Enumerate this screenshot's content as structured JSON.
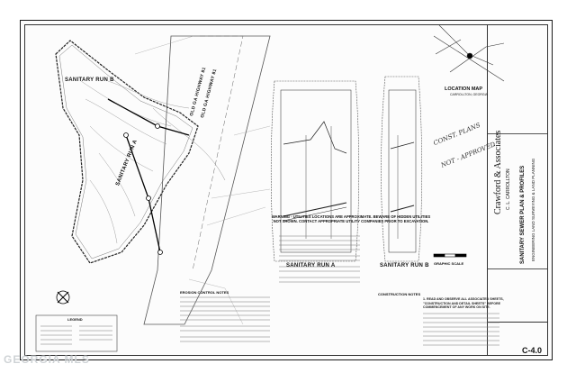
{
  "sheet": {
    "firm_name": "Crawford & Associates",
    "firm_subtitle": "C. L. CARROLLTON",
    "project_title": "SANITARY SEWER PLAN & PROFILES",
    "project_subtitle": "ENGINEERING LAND SURVEYING & LAND PLANNING",
    "sheet_number": "C-4.0"
  },
  "plan": {
    "road_label_1": "OLD GA HIGHWAY 81",
    "road_label_2": "OLD GA HIGHWAY 81",
    "run_b_label": "SANITARY RUN B",
    "run_a_label": "SANITARY RUN A"
  },
  "profiles": {
    "run_a_title": "SANITARY RUN A",
    "run_b_title": "SANITARY RUN B"
  },
  "location_map": {
    "title": "LOCATION MAP",
    "subtitle": "CARROLLTON, GEORGIA"
  },
  "handwritten_note": [
    "CONST. PLANS",
    "NOT - APPROVED"
  ],
  "warning_text": "WARNING - UTILITIES LOCATIONS ARE APPROXIMATE. BEWARE OF HIDDEN UTILITIES NOT SHOWN. CONTACT APPROPRIATE UTILITY COMPANIES PRIOR TO EXCAVATION.",
  "graphic_scale_label": "GRAPHIC SCALE",
  "notes": {
    "erosion_heading": "EROSION CONTROL NOTES",
    "construction_heading": "CONSTRUCTION NOTES",
    "general_note": "1. READ AND OBSERVE ALL ASSOCIATED SHEETS, \"CONSTRUCTION AND DETAIL SHEETS\" BEFORE COMMENCEMENT OF ANY WORK ON SITE."
  },
  "legend_title": "LEGEND",
  "watermark": "GEORGIA MLS",
  "colors": {
    "ink": "#111111",
    "paper": "#fcfcfc",
    "watermark": "#cfd3d6"
  }
}
